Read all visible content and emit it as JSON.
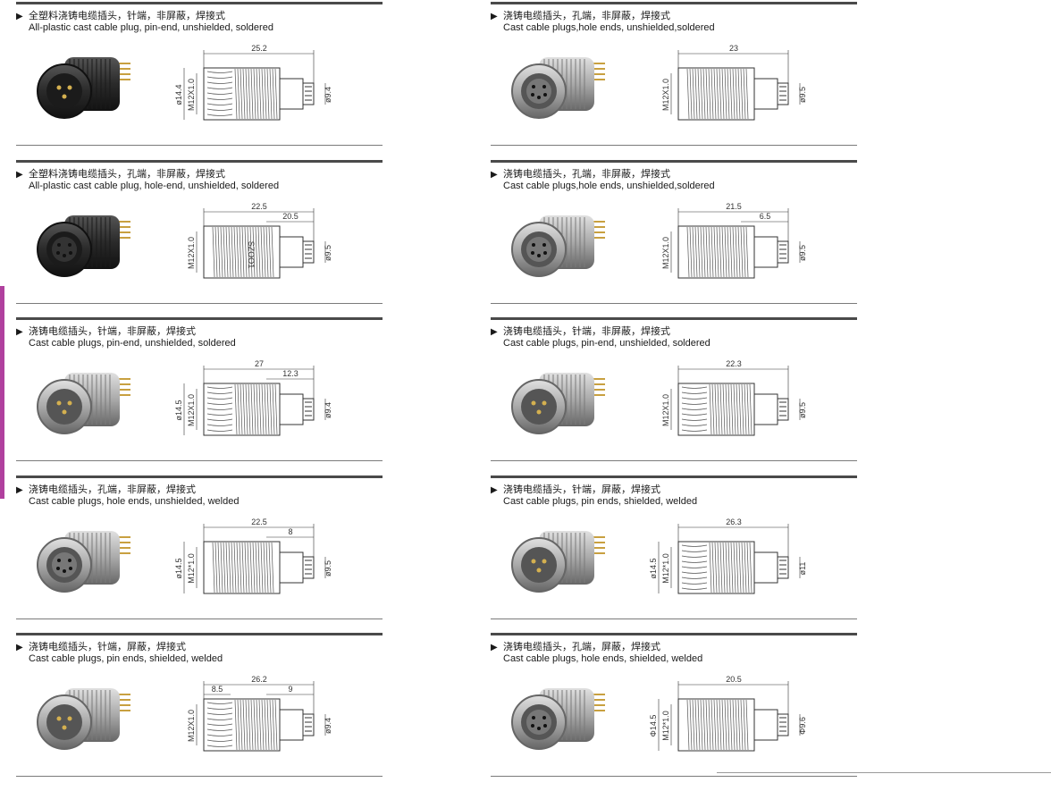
{
  "theme": {
    "accent": "#b0409e",
    "rule": "#4a4a4a"
  },
  "left_column": [
    {
      "zh": "全塑料浇铸电缆插头，针端，非屏蔽，焊接式",
      "en": "All-plastic cast cable plug, pin-end, unshielded, soldered",
      "kind": "pin",
      "finish": "plastic",
      "dims": {
        "len": "25.2",
        "dia": "ø14.4",
        "thread": "M12X1.0",
        "rear": "ø9.4"
      }
    },
    {
      "zh": "全塑料浇铸电缆插头，孔端，非屏蔽，焊接式",
      "en": "All-plastic cast cable plug, hole-end, unshielded, soldered",
      "kind": "hole",
      "finish": "plastic",
      "dims": {
        "len": "22.5",
        "len2": "20.5",
        "thread": "M12X1.0",
        "rear": "ø9.5",
        "mark": "SZOO1"
      }
    },
    {
      "zh": "浇铸电缆插头，针端，非屏蔽，焊接式",
      "en": "Cast cable plugs, pin-end, unshielded, soldered",
      "kind": "pin",
      "finish": "metal",
      "dims": {
        "len": "27",
        "len2": "12.3",
        "dia": "ø14.5",
        "thread": "M12X1.0",
        "rear": "ø9.4"
      }
    },
    {
      "zh": "浇铸电缆插头，孔端，非屏蔽，焊接式",
      "en": "Cast cable plugs, hole ends, unshielded, welded",
      "kind": "hole",
      "finish": "metal",
      "dims": {
        "len": "22.5",
        "len2": "8",
        "dia": "ø14.5",
        "thread": "M12*1.0",
        "rear": "ø9.5"
      }
    },
    {
      "zh": "浇铸电缆插头，针端，屏蔽，焊接式",
      "en": "Cast cable plugs, pin ends, shielded, welded",
      "kind": "pin",
      "finish": "metal",
      "dims": {
        "len": "26.2",
        "len2": "9",
        "len3": "8.5",
        "thread": "M12X1.0",
        "rear": "ø9.4"
      }
    }
  ],
  "right_column": [
    {
      "zh": "浇铸电缆插头，孔端，非屏蔽，焊接式",
      "en": "Cast cable plugs,hole ends, unshielded,soldered",
      "kind": "hole",
      "finish": "metal",
      "dims": {
        "len": "23",
        "thread": "M12X1.0",
        "rear": "ø9.5"
      }
    },
    {
      "zh": "浇铸电缆插头，孔端，非屏蔽，焊接式",
      "en": "Cast cable plugs,hole ends, unshielded,soldered",
      "kind": "hole",
      "finish": "metal",
      "dims": {
        "len": "21.5",
        "len2": "6.5",
        "thread": "M12X1.0",
        "rear": "ø9.5"
      }
    },
    {
      "zh": "浇铸电缆插头，针端，非屏蔽，焊接式",
      "en": "Cast cable plugs, pin-end, unshielded, soldered",
      "kind": "pin",
      "finish": "metal",
      "dims": {
        "len": "22.3",
        "thread": "M12X1.0",
        "rear": "ø9.5"
      }
    },
    {
      "zh": "浇铸电缆插头，针端，屏蔽，焊接式",
      "en": "Cast cable plugs, pin ends, shielded, welded",
      "kind": "pin",
      "finish": "metal",
      "dims": {
        "len": "26.3",
        "dia": "ø14.5",
        "thread": "M12*1.0",
        "rear": "ø11"
      }
    },
    {
      "zh": "浇铸电缆插头，孔端，屏蔽，焊接式",
      "en": "Cast cable plugs, hole ends, shielded, welded",
      "kind": "hole",
      "finish": "metal",
      "dims": {
        "len": "20.5",
        "dia": "Φ14.5",
        "thread": "M12*1.0",
        "rear": "Φ9.6"
      }
    }
  ]
}
